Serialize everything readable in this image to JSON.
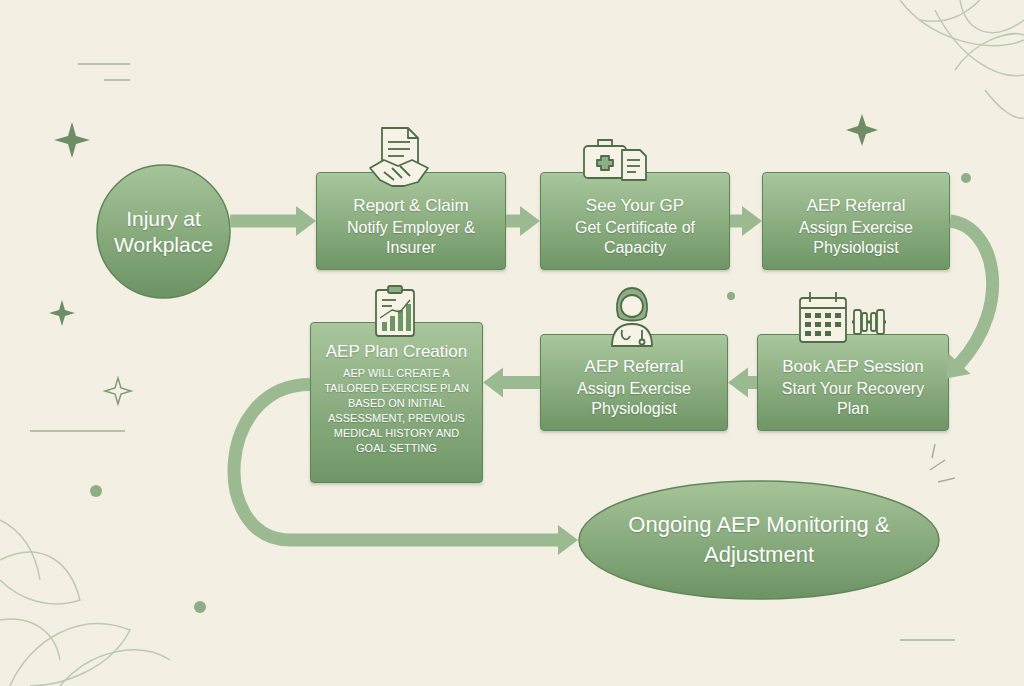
{
  "diagram": {
    "nodes": [
      {
        "text": [
          "Injury at Workplace"
        ]
      },
      {
        "text": [
          "Report & Claim",
          "Notify Employer & Insurer"
        ]
      },
      {
        "text": [
          "See Your GP",
          "Get Certificate of Capacity"
        ]
      },
      {
        "text": [
          "AEP Referral",
          "Assign Exercise Physiologist"
        ]
      },
      {
        "text": [
          "Book AEP Session",
          "Start Your Recovery Plan"
        ]
      },
      {
        "text": [
          "AEP Referral",
          "Assign Exercise Physiologist"
        ]
      },
      {
        "text": [
          "AEP Plan Creation",
          "AEP WILL CREATE A TAILORED EXERCISE PLAN BASED ON INITIAL ASSESSMENT, PREVIOUS MEDICAL HISTORY AND GOAL SETTING"
        ]
      },
      {
        "text": [
          "Ongoing AEP Monitoring & Adjustment"
        ]
      }
    ],
    "edges": [
      {
        "from": 0,
        "to": 1,
        "arrow": "to"
      },
      {
        "from": 1,
        "to": 2,
        "arrow": "to"
      },
      {
        "from": 2,
        "to": 3,
        "arrow": "to"
      },
      {
        "from": 3,
        "to": 4,
        "arrow": "to"
      },
      {
        "from": 4,
        "to": 5,
        "arrow": "to"
      },
      {
        "from": 5,
        "to": 6,
        "arrow": "to"
      },
      {
        "from": 6,
        "to": 7,
        "arrow": "to"
      }
    ]
  }
}
